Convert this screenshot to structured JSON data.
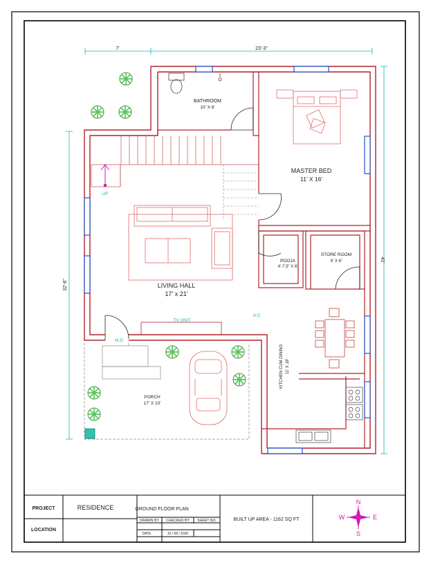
{
  "dimensions": {
    "top_left": "7'",
    "top_right": "23'-3\"",
    "left_vertical": "32'-6\"",
    "right_vertical": "41'"
  },
  "rooms": {
    "bathroom": {
      "name": "BATHROOM",
      "size": "10' X 6'"
    },
    "master_bed": {
      "name": "MASTER BED",
      "size": "11' X 16'"
    },
    "living_hall": {
      "name": "LIVING HALL",
      "size": "17' x 21'"
    },
    "pooja": {
      "name": "POOJA",
      "size": "4'-7.5\" X 6'"
    },
    "store_room": {
      "name": "STORE ROOM",
      "size": "6' X 6'"
    },
    "kitchen": {
      "name": "KITCHEN CUM DINING",
      "size": "11' X 18'"
    },
    "porch": {
      "name": "PORCH",
      "size": "17' X 10'"
    }
  },
  "labels": {
    "up": "UP",
    "tv_unit": "TV UNIT",
    "main_door": "M.D",
    "ac": "A.C"
  },
  "title_block": {
    "project_label": "PROJECT",
    "project_value": "RESIDENCE",
    "location_label": "LOCATION",
    "drawing_title": "GROUND FLOOR PLAN",
    "drawn_by": "DRAWN BY",
    "checked_by": "CHECKED BY",
    "sheet_no": "SHEET NO.",
    "date_label": "DATE",
    "date_value": "10 / 08 / 2020",
    "built_up_area": "BUILT UP AREA - 1162 SQ FT"
  },
  "compass": {
    "n": "N",
    "s": "S",
    "e": "E",
    "w": "W"
  },
  "colors": {
    "wall": "#b0202a",
    "furniture": "#e06a6a",
    "window": "#1f4fd0",
    "dimension": "#1fb3b3",
    "compass": "#d21ab8",
    "tree": "#2e9c2e"
  }
}
